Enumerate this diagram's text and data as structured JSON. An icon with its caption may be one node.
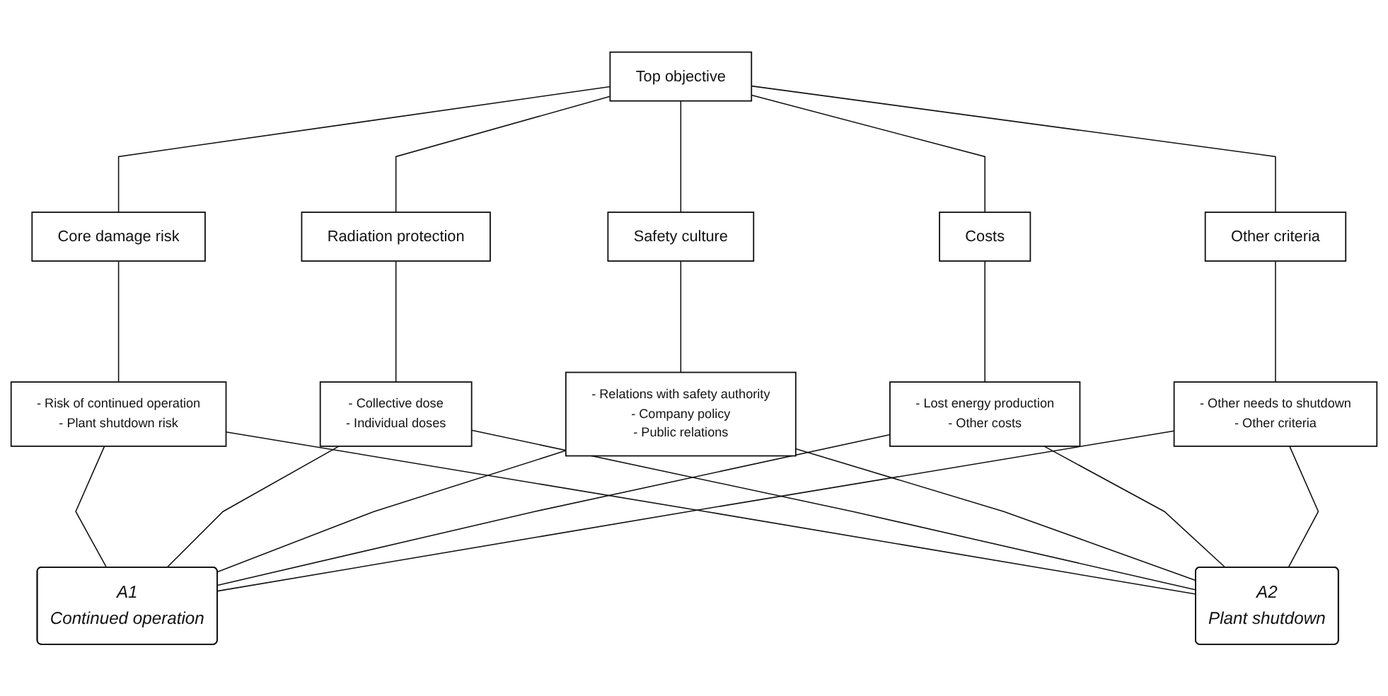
{
  "diagram": {
    "nodes": [
      {
        "text": [
          "Top objective"
        ]
      },
      {
        "text": [
          "Core damage risk"
        ]
      },
      {
        "text": [
          "Radiation protection"
        ]
      },
      {
        "text": [
          "Safety culture"
        ]
      },
      {
        "text": [
          "Costs"
        ]
      },
      {
        "text": [
          "Other criteria"
        ]
      },
      {
        "text": [
          "- Risk of continued operation",
          "- Plant shutdown risk"
        ]
      },
      {
        "text": [
          "- Collective dose",
          "- Individual doses"
        ]
      },
      {
        "text": [
          "- Relations with safety authority",
          "- Company policy",
          "- Public relations"
        ]
      },
      {
        "text": [
          "- Lost energy production",
          "- Other costs"
        ]
      },
      {
        "text": [
          "- Other needs to shutdown",
          "- Other criteria"
        ]
      },
      {
        "text": [
          "A1",
          "Continued operation"
        ]
      },
      {
        "text": [
          "A2",
          "Plant shutdown"
        ]
      }
    ],
    "edges": [
      {
        "from": 0,
        "to": 1,
        "arrow": "none"
      },
      {
        "from": 0,
        "to": 2,
        "arrow": "none"
      },
      {
        "from": 0,
        "to": 3,
        "arrow": "none"
      },
      {
        "from": 0,
        "to": 4,
        "arrow": "none"
      },
      {
        "from": 0,
        "to": 5,
        "arrow": "none"
      },
      {
        "from": 1,
        "to": 6,
        "arrow": "none"
      },
      {
        "from": 2,
        "to": 7,
        "arrow": "none"
      },
      {
        "from": 3,
        "to": 8,
        "arrow": "none"
      },
      {
        "from": 4,
        "to": 9,
        "arrow": "none"
      },
      {
        "from": 5,
        "to": 10,
        "arrow": "none"
      },
      {
        "from": 6,
        "to": 11,
        "arrow": "none"
      },
      {
        "from": 6,
        "to": 12,
        "arrow": "none"
      },
      {
        "from": 7,
        "to": 11,
        "arrow": "none"
      },
      {
        "from": 7,
        "to": 12,
        "arrow": "none"
      },
      {
        "from": 8,
        "to": 11,
        "arrow": "none"
      },
      {
        "from": 8,
        "to": 12,
        "arrow": "none"
      },
      {
        "from": 9,
        "to": 11,
        "arrow": "none"
      },
      {
        "from": 9,
        "to": 12,
        "arrow": "none"
      },
      {
        "from": 10,
        "to": 11,
        "arrow": "none"
      },
      {
        "from": 10,
        "to": 12,
        "arrow": "none"
      }
    ]
  }
}
